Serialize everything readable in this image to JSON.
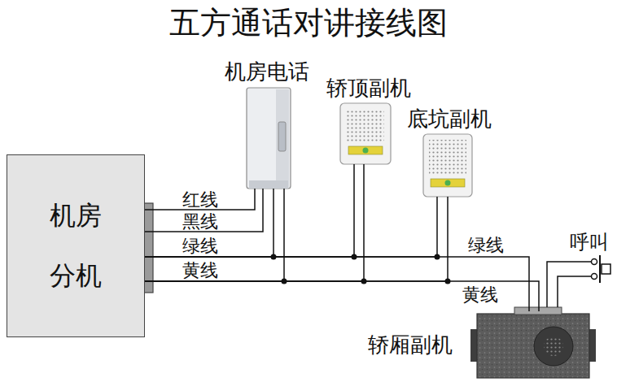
{
  "diagram": {
    "title": "五方通话对讲接线图",
    "nodes": [
      {
        "text": [
          "机房 分机"
        ]
      },
      {
        "text": [
          "机房电话"
        ]
      },
      {
        "text": [
          "轿顶副机"
        ]
      },
      {
        "text": [
          "底坑副机"
        ]
      },
      {
        "text": [
          "轿厢副机"
        ]
      }
    ],
    "edges": [
      {
        "from": 0,
        "to": 1,
        "arrow": "none",
        "label": "红线"
      },
      {
        "from": 0,
        "to": 1,
        "arrow": "none",
        "label": "黑线"
      },
      {
        "from": 0,
        "to": 1,
        "arrow": "none",
        "label": "绿线"
      },
      {
        "from": 0,
        "to": 1,
        "arrow": "none",
        "label": "黄线"
      },
      {
        "from": 0,
        "to": 2,
        "arrow": "none"
      },
      {
        "from": 0,
        "to": 2,
        "arrow": "none"
      },
      {
        "from": 0,
        "to": 3,
        "arrow": "none"
      },
      {
        "from": 0,
        "to": 3,
        "arrow": "none"
      },
      {
        "from": 0,
        "to": 4,
        "arrow": "none",
        "label": "绿线"
      },
      {
        "from": 0,
        "to": 4,
        "arrow": "none",
        "label": "黄线"
      }
    ],
    "labels": [
      "呼叫"
    ]
  }
}
